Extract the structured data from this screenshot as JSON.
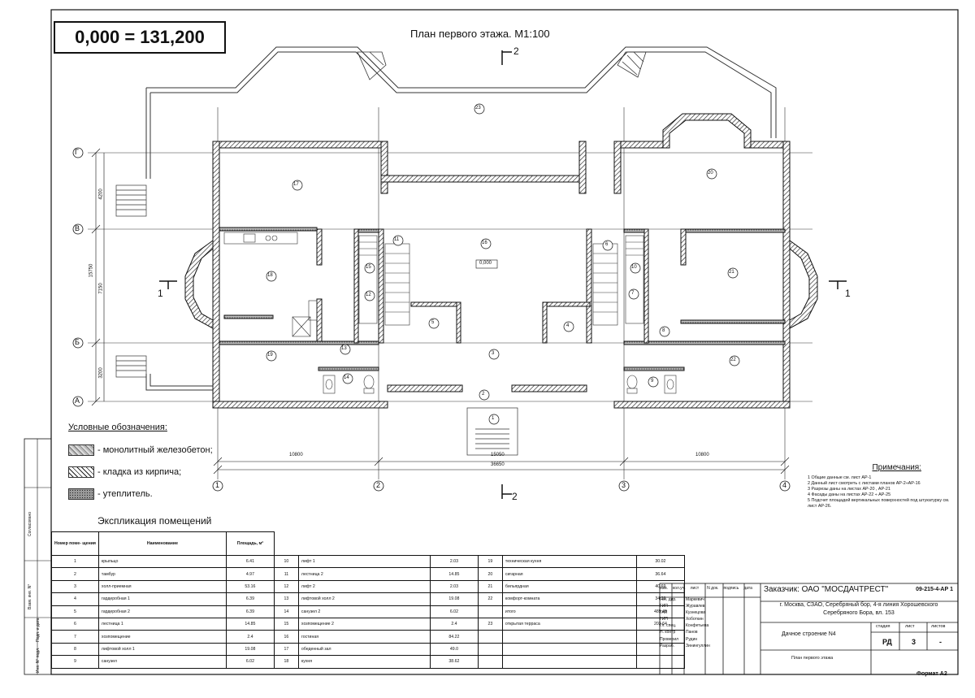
{
  "elevation_mark": "0,000 = 131,200",
  "plan_title": "План первого этажа. М1:100",
  "section_mark_top": "2",
  "section_mark_bottom": "2",
  "section_mark_left": "1",
  "section_mark_right": "1",
  "floor_level": "0,000",
  "axes_letters": [
    "Г",
    "В",
    "Б",
    "А"
  ],
  "axes_numbers": [
    "1",
    "2",
    "3",
    "4"
  ],
  "dims_bottom": [
    "10800",
    "15050",
    "10800",
    "36650"
  ],
  "dims_left": [
    "4200",
    "7150",
    "3200",
    "15750"
  ],
  "rooms": [
    "1",
    "2",
    "3",
    "4",
    "5",
    "6",
    "7",
    "8",
    "9",
    "10",
    "11",
    "12",
    "13",
    "14",
    "15",
    "16",
    "17",
    "18",
    "19",
    "20",
    "21",
    "22",
    "23"
  ],
  "legend": {
    "title": "Условные обозначения:",
    "items": [
      "- монолитный железобетон;",
      "- кладка из кирпича;",
      "- утеплитель."
    ]
  },
  "notes": {
    "title": "Примечания:",
    "items": [
      "1 Общие данные см. лист АР-1",
      "2 Данный лист смотреть с листами планов АР-2÷АР-16",
      "3 Разрезы даны на листах АР-20 , АР-21",
      "4 Фасады даны на листах АР-22 ÷ АР-25",
      "5 Подсчет площадей вертикальных поверхностей под штукатурку см. лист АР-26."
    ]
  },
  "explication": {
    "title": "Экспликация помещений",
    "headers": [
      "Номер поме- щения",
      "Наименование",
      "Площадь, м²"
    ],
    "col1": [
      [
        "1",
        "крыльцо",
        "6.41"
      ],
      [
        "2",
        "тамбур",
        "4.97"
      ],
      [
        "3",
        "холл-приемная",
        "53.16"
      ],
      [
        "4",
        "гардеробная 1",
        "6.39"
      ],
      [
        "5",
        "гардеробная 2",
        "6.39"
      ],
      [
        "6",
        "лестница 1",
        "14.85"
      ],
      [
        "7",
        "хозпомещение",
        "2.4"
      ],
      [
        "8",
        "лифтовой холл 1",
        "19.08"
      ],
      [
        "9",
        "санузел",
        "6.02"
      ]
    ],
    "col2": [
      [
        "10",
        "лифт 1",
        "2.03"
      ],
      [
        "11",
        "лестница 2",
        "14.85"
      ],
      [
        "12",
        "лифт 2",
        "2.03"
      ],
      [
        "13",
        "лифтовой холл 2",
        "19.08"
      ],
      [
        "14",
        "санузел 2",
        "6.02"
      ],
      [
        "15",
        "хозпомещение 2",
        "2.4"
      ],
      [
        "16",
        "гостиная",
        "84.22"
      ],
      [
        "17",
        "обеденный зал",
        "49.0"
      ],
      [
        "18",
        "кухня",
        "38.62"
      ]
    ],
    "col3": [
      [
        "19",
        "техническая кухня",
        "30.02"
      ],
      [
        "20",
        "сигарная",
        "36.64"
      ],
      [
        "21",
        "бильярдная",
        "40.69"
      ],
      [
        "22",
        "комфорт-комната",
        "34.29"
      ],
      [
        "",
        "итого",
        "489.49"
      ],
      [
        "23",
        "открытая терраса",
        "203.64"
      ]
    ]
  },
  "titleblock": {
    "customer": "Заказчик: ОАО \"МОСДАЧТРЕСТ\"",
    "code": "09-215-4-АР 1",
    "address": "г. Москва, СЗАО, Серебряный бор, 4-я линия Хорошевского Серебряного Бора, вл. 153",
    "object": "Дачное строение N4",
    "sheet_name": "План первого этажа",
    "headers": [
      "стадия",
      "лист",
      "листов"
    ],
    "stage": "РД",
    "sheet": "3",
    "sheets": "-",
    "col_headers": [
      "изм.",
      "кол.уч.",
      "лист",
      "N док.",
      "подпись",
      "дата"
    ],
    "roles": [
      "Ген. дир.",
      "ГИП",
      "ГАП",
      "ГИП",
      "Гл. спец.",
      "Н. контр",
      "Проверил",
      "Разраб."
    ],
    "names": [
      "Маркевич",
      "Журавлев",
      "Кузнецова",
      "Хоботкин",
      "Конфетьева",
      "Панов",
      "Рудин",
      "Зинингуллин"
    ]
  },
  "side_stamp": [
    "Согласовано",
    "Взам. инв. N°",
    "Подп. и дата",
    "Инв. N° подл."
  ],
  "format": "Формат А2"
}
